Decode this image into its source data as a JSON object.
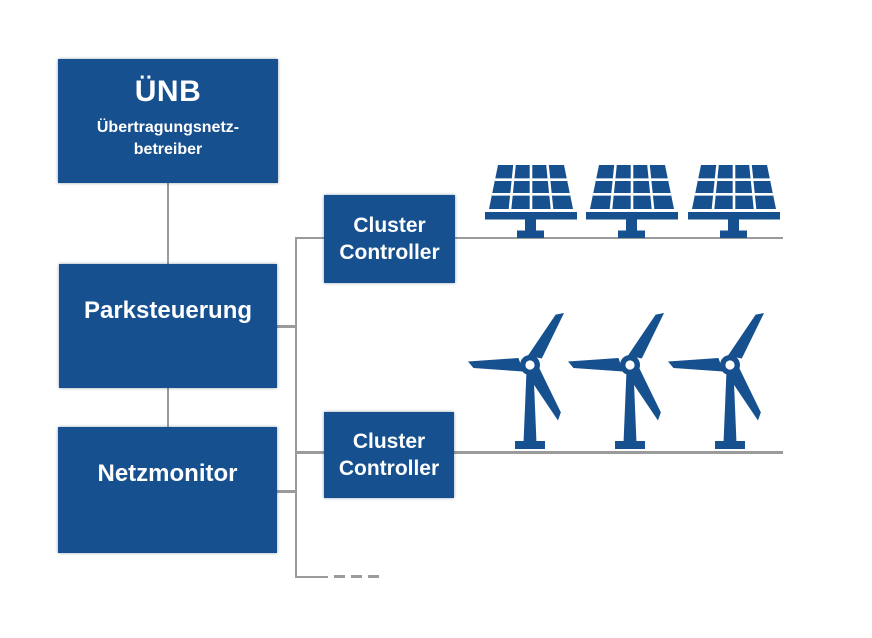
{
  "colors": {
    "primary_blue": "#16508F",
    "line_gray": "#9B9B9B",
    "text_white": "#FFFFFF",
    "background": "#FFFFFF"
  },
  "boxes": {
    "unb": {
      "title": "ÜNB",
      "subtitle_line1": "Übertragungsnetz-",
      "subtitle_line2": "betreiber"
    },
    "parksteuerung": {
      "label": "Parksteuerung"
    },
    "netzmonitor": {
      "label": "Netzmonitor"
    },
    "cluster_controller_pv": {
      "line1": "Cluster",
      "line2": "Controller"
    },
    "cluster_controller_wind": {
      "line1": "Cluster",
      "line2": "Controller"
    }
  },
  "icons": {
    "pv_row": {
      "name": "solar-panel-icon",
      "count": 3
    },
    "wind_row": {
      "name": "wind-turbine-icon",
      "count": 3
    },
    "more_clusters": {
      "name": "ellipsis-dashes-icon",
      "count": 3
    }
  }
}
